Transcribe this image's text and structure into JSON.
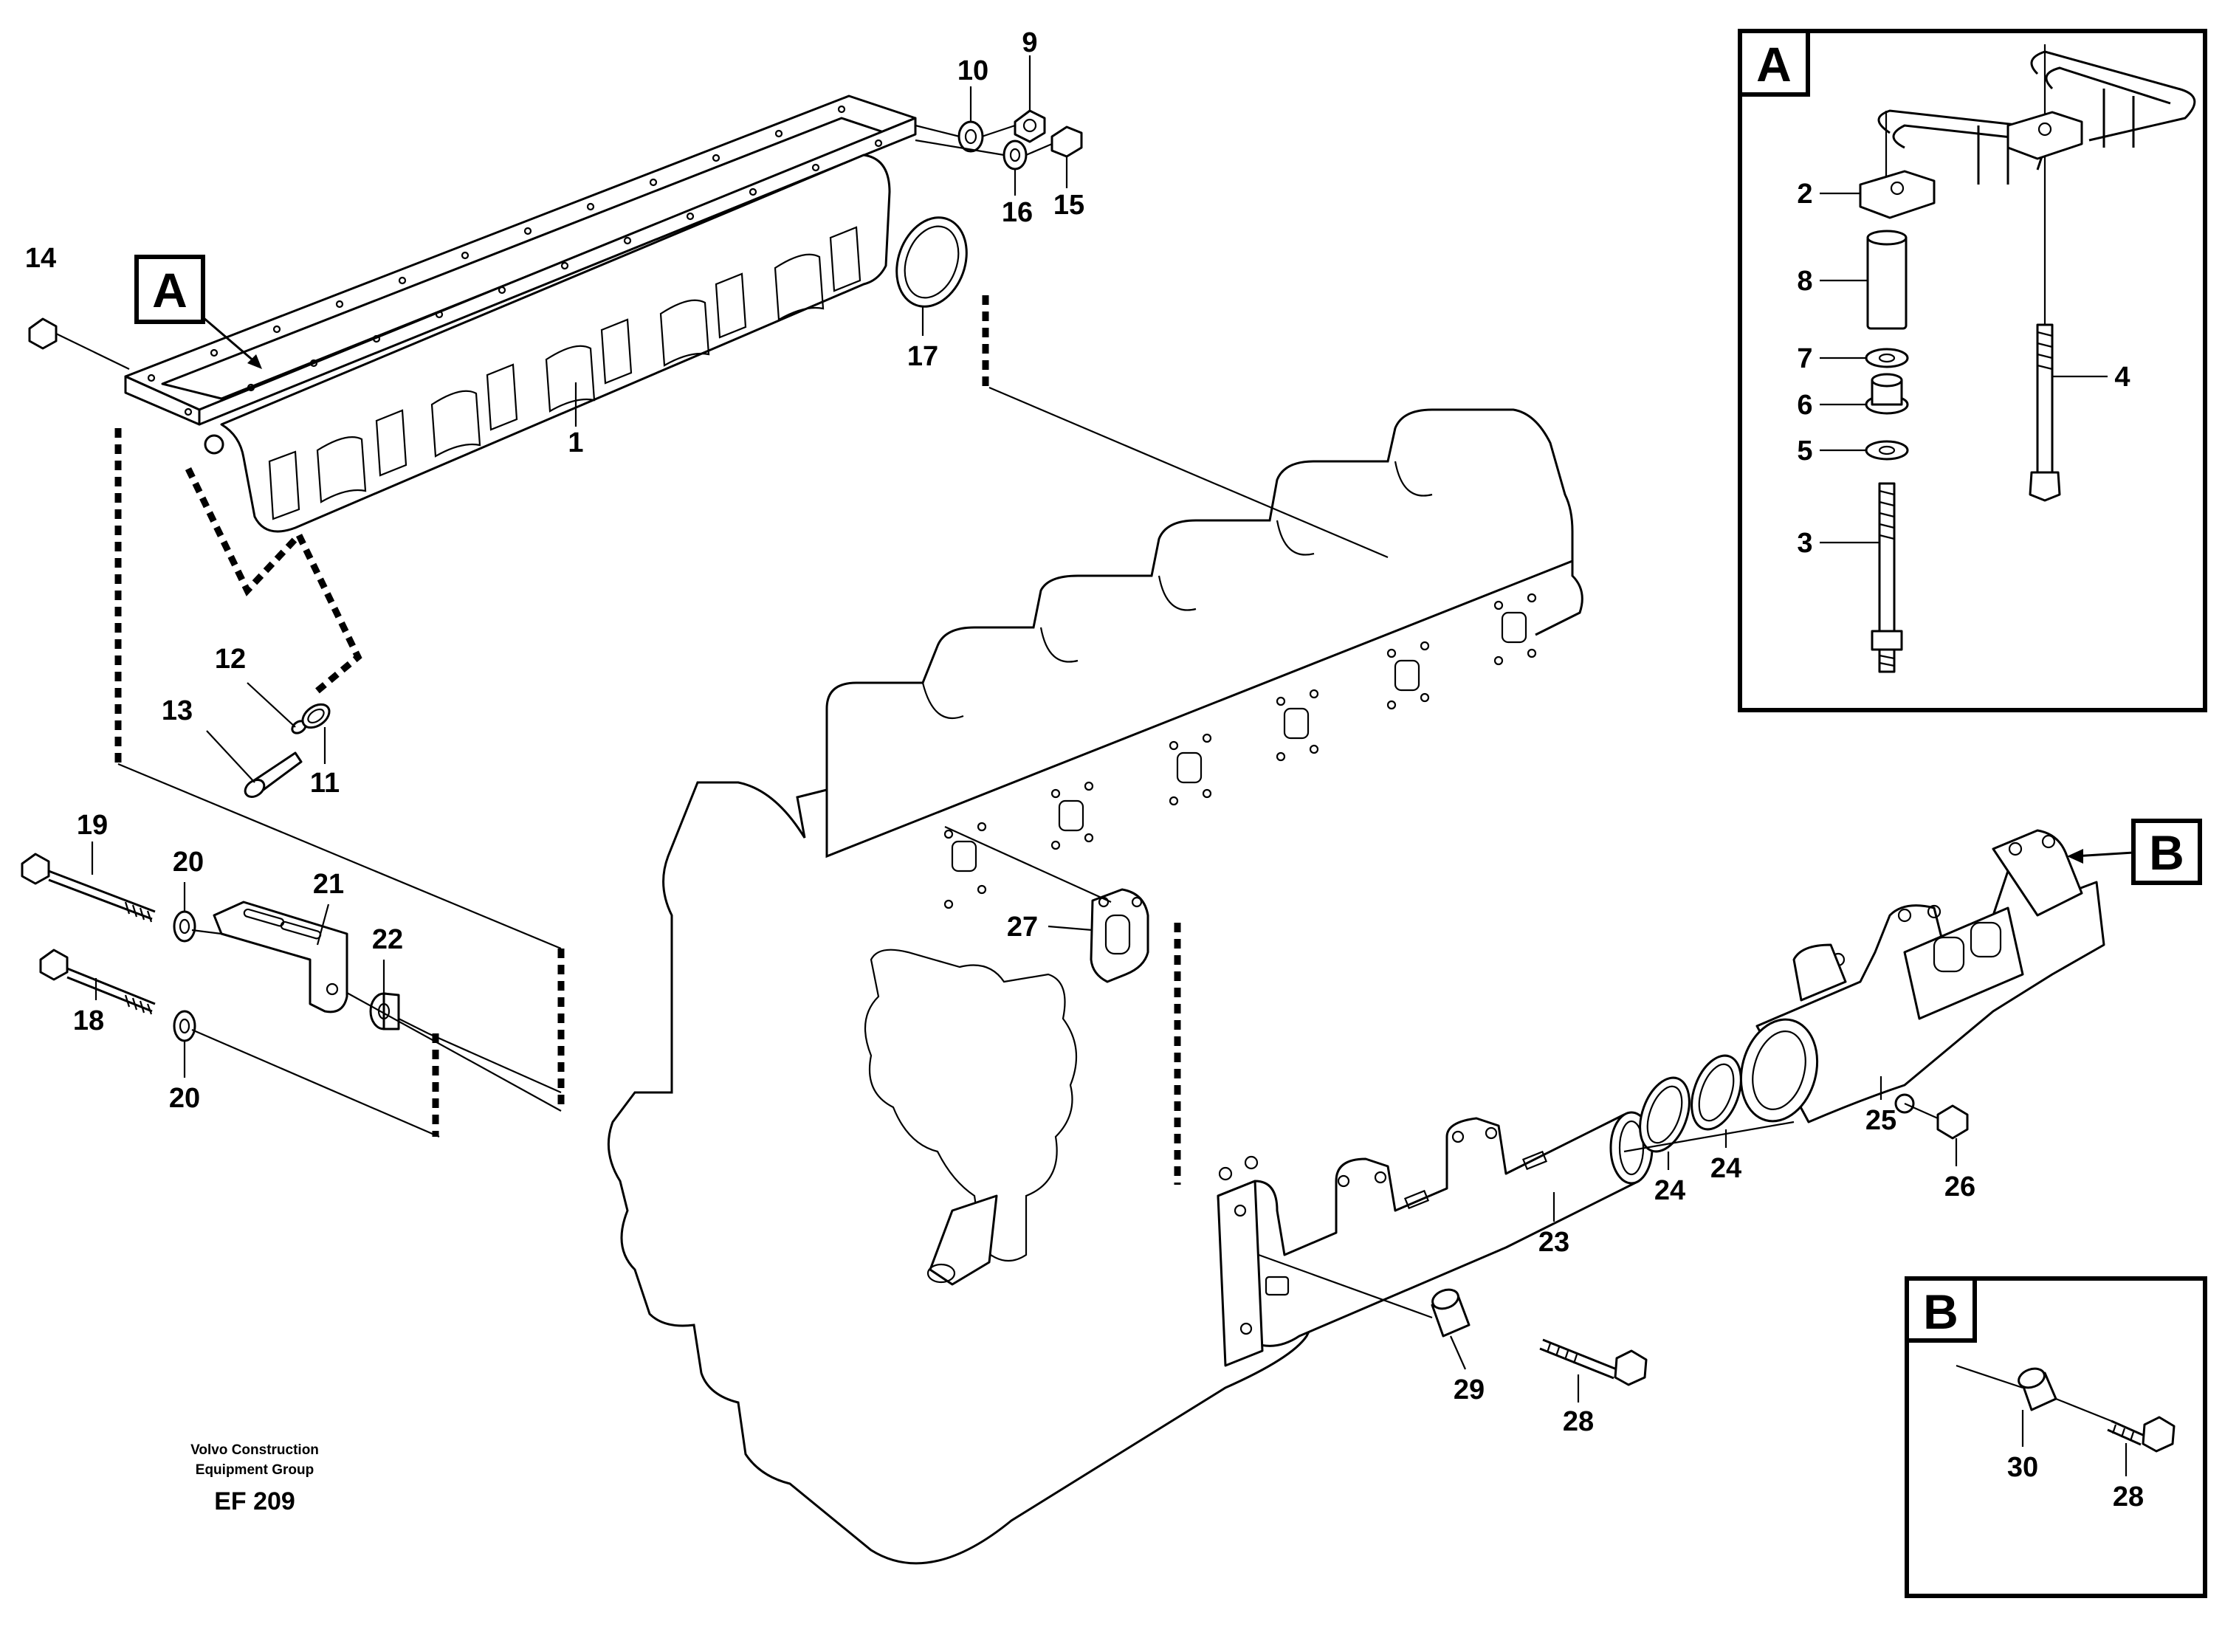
{
  "figure": {
    "credit_line1": "Volvo Construction",
    "credit_line2": "Equipment Group",
    "code": "EF 209",
    "detail_a_label": "A",
    "detail_b_label": "B",
    "callout_a": "A",
    "callout_b": "B"
  },
  "labels": {
    "p1": "1",
    "p2": "2",
    "p3": "3",
    "p4": "4",
    "p5": "5",
    "p6": "6",
    "p7": "7",
    "p8": "8",
    "p9": "9",
    "p10": "10",
    "p11": "11",
    "p12": "12",
    "p13": "13",
    "p14": "14",
    "p15": "15",
    "p16": "16",
    "p17": "17",
    "p18": "18",
    "p19": "19",
    "p20a": "20",
    "p20b": "20",
    "p21": "21",
    "p22": "22",
    "p23": "23",
    "p24a": "24",
    "p24b": "24",
    "p25": "25",
    "p26": "26",
    "p27": "27",
    "p28a": "28",
    "p28b": "28",
    "p29": "29",
    "p30": "30"
  }
}
